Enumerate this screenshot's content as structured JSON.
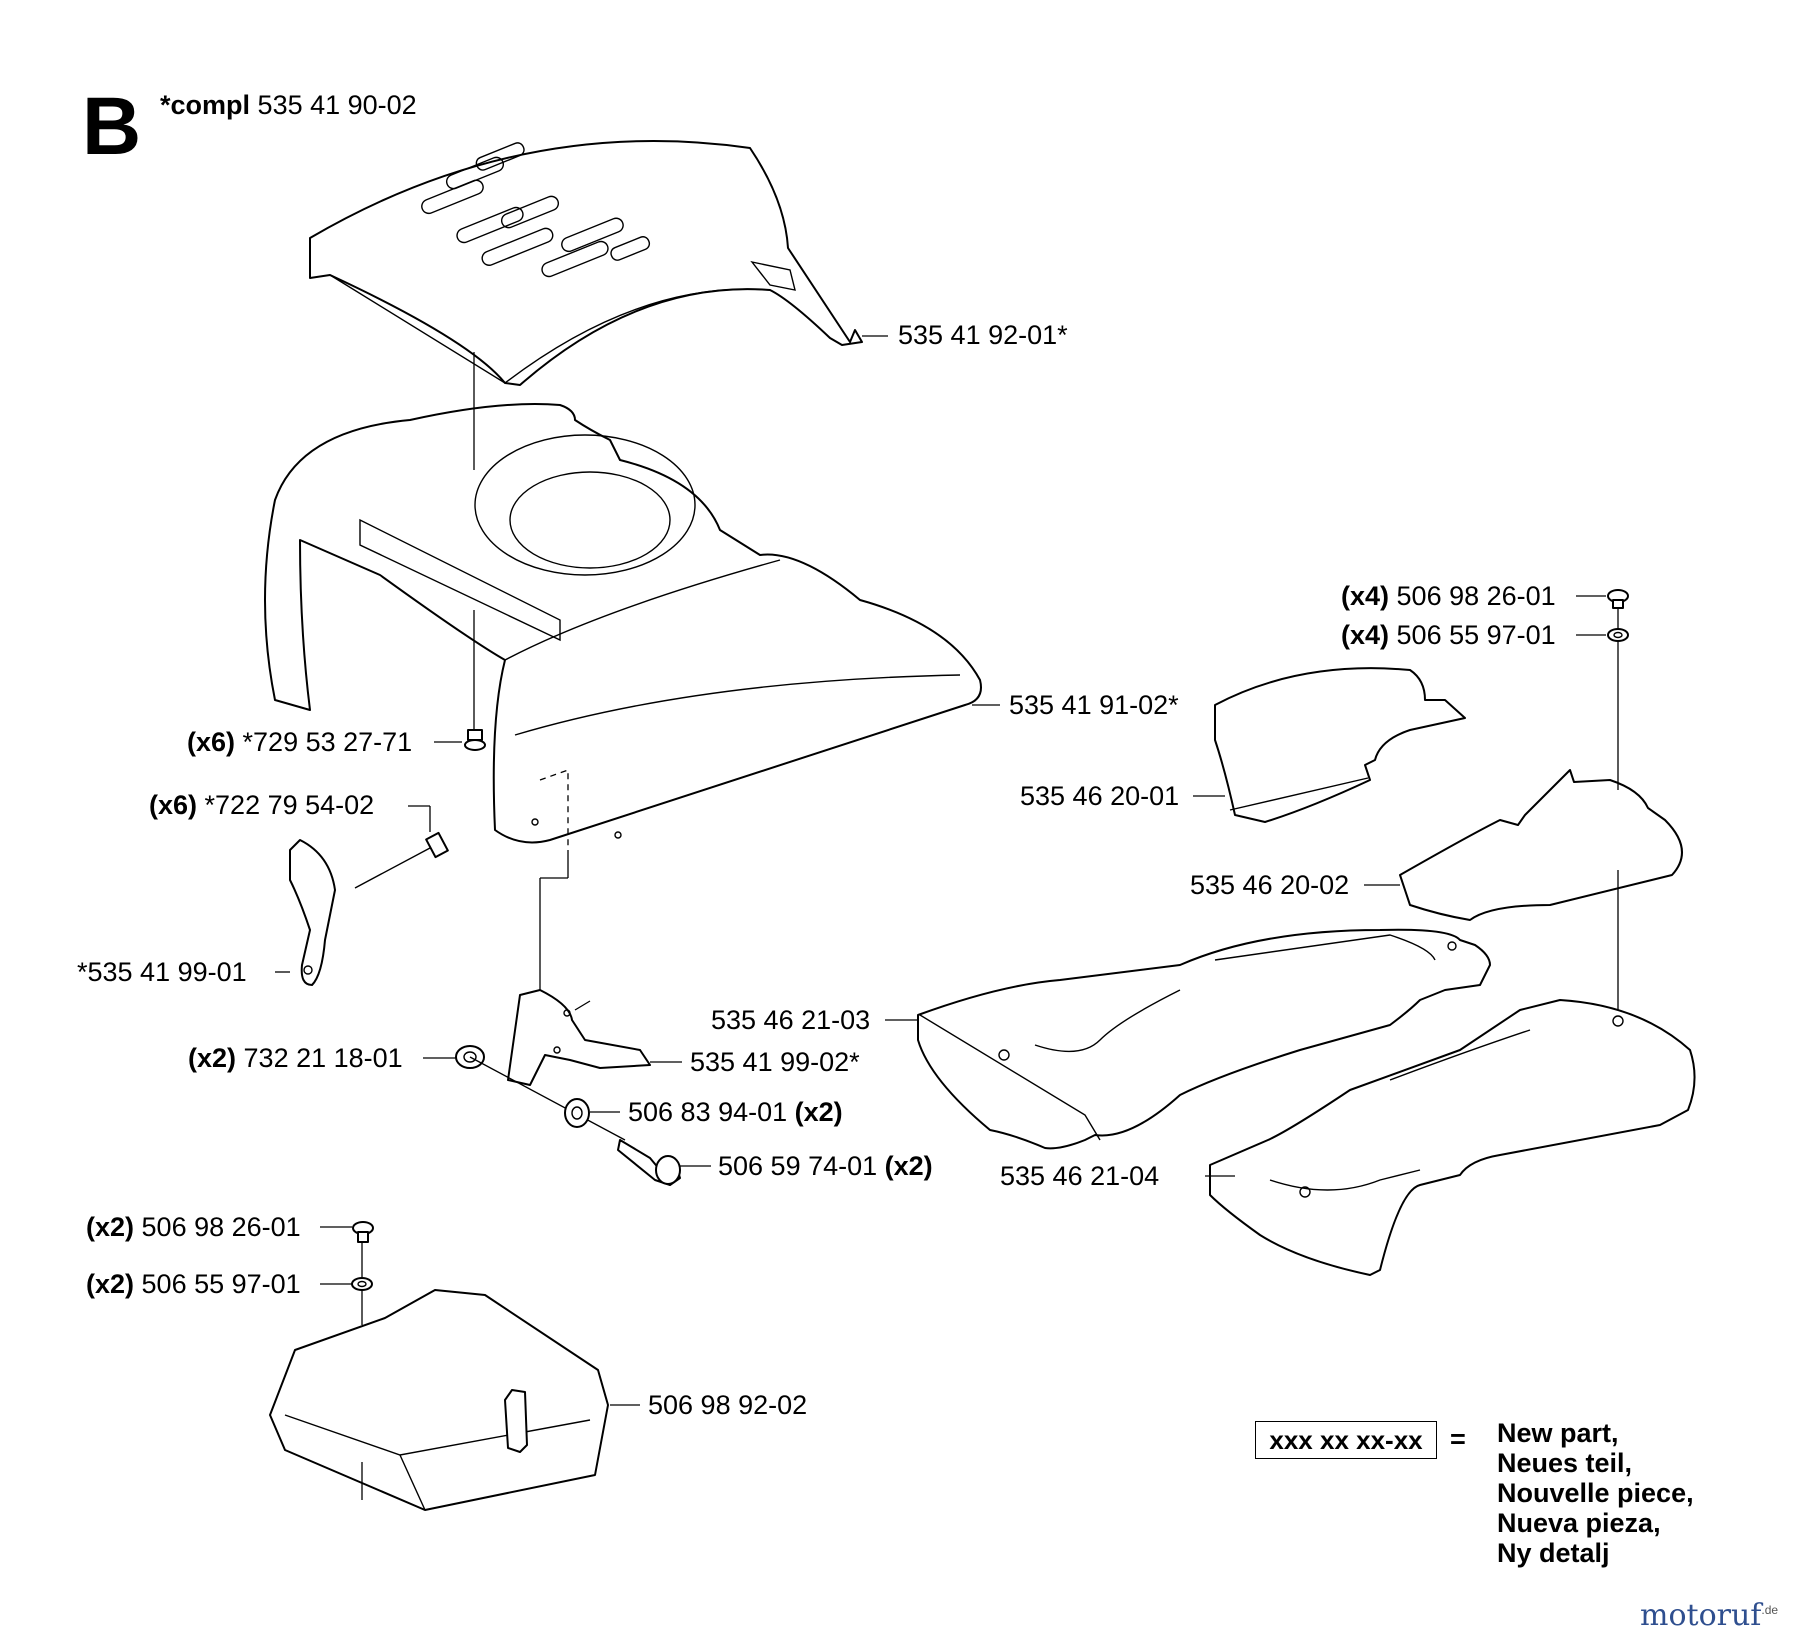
{
  "section": "B",
  "compl": {
    "prefix": "*compl",
    "number": "535 41 90-02"
  },
  "labels": [
    {
      "id": "hood-top",
      "text": "535 41 92-01*"
    },
    {
      "id": "hood",
      "text": "535 41 91-02*"
    },
    {
      "id": "screw-729",
      "qty": "(x6)",
      "text": "*729 53 27-71"
    },
    {
      "id": "rivet-722",
      "qty": "(x6)",
      "text": "*722 79 54-02"
    },
    {
      "id": "bracket-left",
      "text": "*535 41 99-01"
    },
    {
      "id": "nut-732",
      "qty": "(x2)",
      "text": "732 21 18-01"
    },
    {
      "id": "bracket-right",
      "text": "535 41 99-02*"
    },
    {
      "id": "washer-506-83",
      "text": "506 83 94-01",
      "qty": "(x2)"
    },
    {
      "id": "bolt-506-59",
      "text": "506 59 74-01",
      "qty": "(x2)"
    },
    {
      "id": "screw-506-98-l",
      "qty": "(x2)",
      "text": "506 98 26-01"
    },
    {
      "id": "washer-506-55-l",
      "qty": "(x2)",
      "text": "506 55 97-01"
    },
    {
      "id": "box-cover",
      "text": "506 98 92-02"
    },
    {
      "id": "screw-506-98-r",
      "qty": "(x4)",
      "text": "506 98 26-01"
    },
    {
      "id": "washer-506-55-r",
      "qty": "(x4)",
      "text": "506 55 97-01"
    },
    {
      "id": "mat-small-1",
      "text": "535 46 20-01"
    },
    {
      "id": "mat-small-2",
      "text": "535 46 20-02"
    },
    {
      "id": "mat-large-1",
      "text": "535 46 21-03"
    },
    {
      "id": "mat-large-2",
      "text": "535 46 21-04"
    }
  ],
  "legend": {
    "box": "xxx xx xx-xx",
    "equals": "=",
    "lines": [
      "New part,",
      "Neues teil,",
      "Nouvelle piece,",
      "Nueva pieza,",
      "Ny detalj"
    ]
  },
  "watermark": {
    "main": "motoruf",
    "suffix": ".de"
  }
}
